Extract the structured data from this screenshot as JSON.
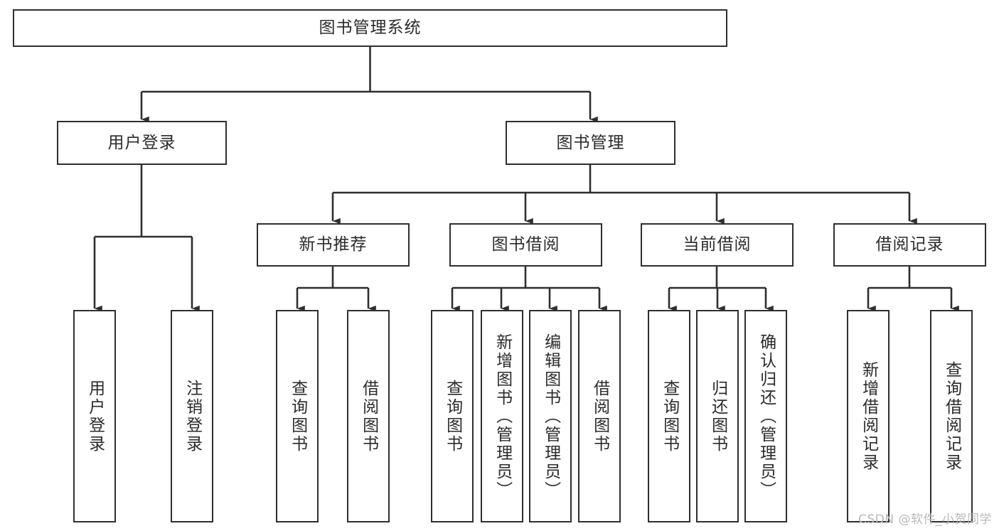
{
  "diagram": {
    "type": "tree-hierarchy-chart",
    "title": "图书管理系统",
    "watermark": "CSDN @软件_小贺同学",
    "colors": {
      "box_border": "#2f2f2f",
      "box_fill": "#ffffff",
      "connector": "#2f2f2f",
      "text": "#2b2b2b",
      "watermark": "#b9b9b9",
      "background": "#ffffff"
    },
    "levels": {
      "root": {
        "label": "图书管理系统",
        "orientation": "horizontal"
      },
      "level2": [
        {
          "label": "用户登录",
          "orientation": "horizontal"
        },
        {
          "label": "图书管理",
          "orientation": "horizontal"
        }
      ],
      "level3": [
        {
          "label": "新书推荐",
          "orientation": "horizontal"
        },
        {
          "label": "图书借阅",
          "orientation": "horizontal"
        },
        {
          "label": "当前借阅",
          "orientation": "horizontal"
        },
        {
          "label": "借阅记录",
          "orientation": "horizontal"
        }
      ],
      "leaves": [
        {
          "label": "用户登录",
          "group": "用户登录",
          "orientation": "vertical"
        },
        {
          "label": "注销登录",
          "group": "用户登录",
          "orientation": "vertical"
        },
        {
          "label": "查询图书",
          "group": "新书推荐",
          "orientation": "vertical"
        },
        {
          "label": "借阅图书",
          "group": "新书推荐",
          "orientation": "vertical"
        },
        {
          "label": "查询图书",
          "group": "图书借阅",
          "orientation": "vertical"
        },
        {
          "label": "新增图书（管理员）",
          "group": "图书借阅",
          "orientation": "vertical"
        },
        {
          "label": "编辑图书（管理员）",
          "group": "图书借阅",
          "orientation": "vertical"
        },
        {
          "label": "借阅图书",
          "group": "图书借阅",
          "orientation": "vertical"
        },
        {
          "label": "查询图书",
          "group": "当前借阅",
          "orientation": "vertical"
        },
        {
          "label": "归还图书",
          "group": "当前借阅",
          "orientation": "vertical"
        },
        {
          "label": "确认归还（管理员）",
          "group": "当前借阅",
          "orientation": "vertical"
        },
        {
          "label": "新增借阅记录",
          "group": "借阅记录",
          "orientation": "vertical"
        },
        {
          "label": "查询借阅记录",
          "group": "借阅记录",
          "orientation": "vertical"
        }
      ]
    }
  }
}
